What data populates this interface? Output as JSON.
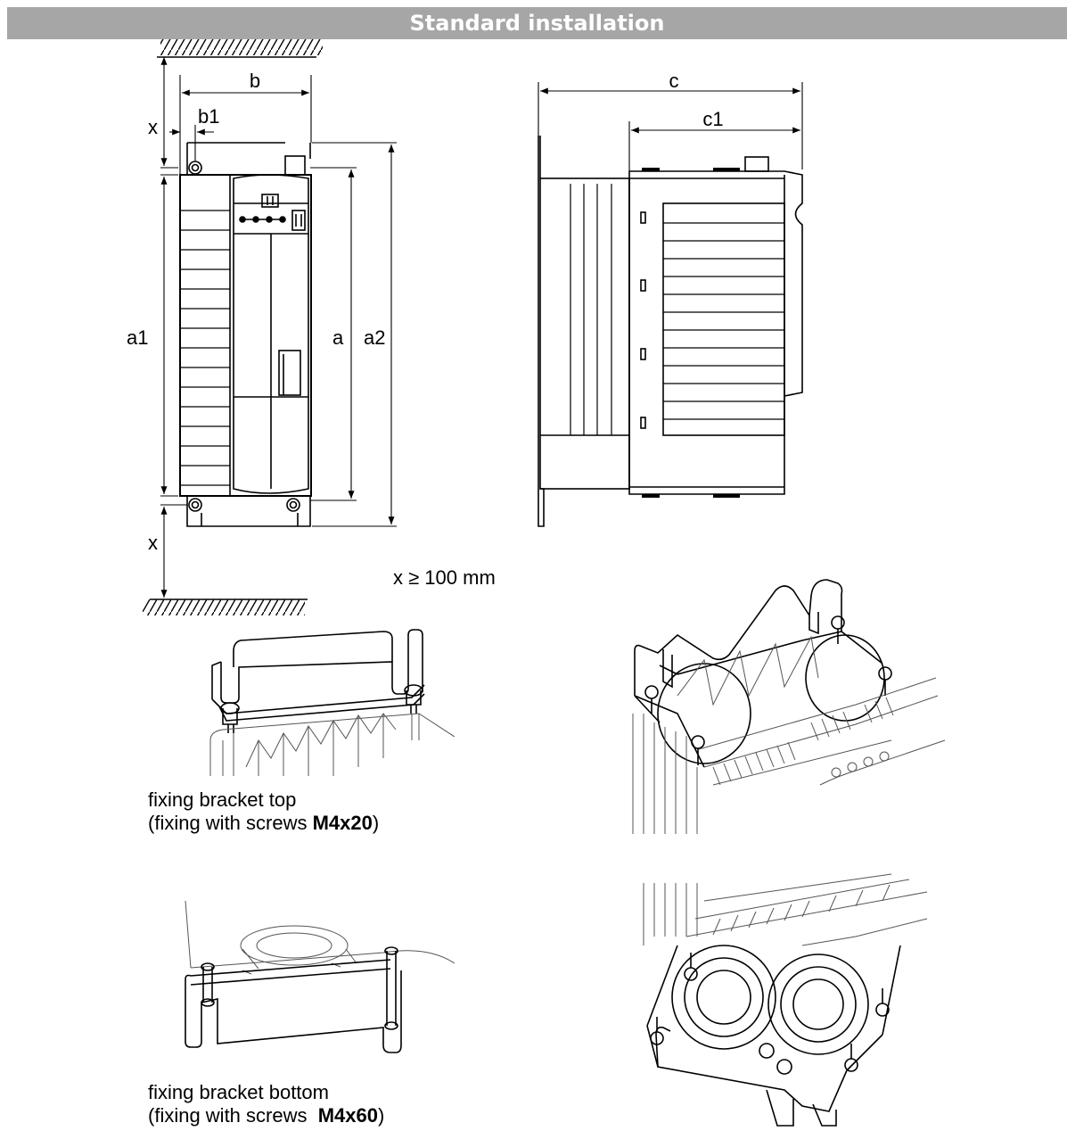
{
  "header": {
    "title": "Standard installation"
  },
  "dimensions": {
    "b": "b",
    "b1": "b1",
    "x_top": "x",
    "x_bottom": "x",
    "a1": "a1",
    "a": "a",
    "a2": "a2",
    "c": "c",
    "c1": "c1"
  },
  "clearance_note": "x ≥ 100 mm",
  "captions": {
    "top_line1": "fixing bracket top",
    "top_line2_prefix": "(fixing with screws ",
    "top_screw": "M4x20",
    "top_line2_suffix": ")",
    "bottom_line1": "fixing bracket bottom",
    "bottom_line2_prefix": "(fixing with screws  ",
    "bottom_screw": "M4x60",
    "bottom_line2_suffix": ")"
  },
  "colors": {
    "header_bg": "#a6a6a6",
    "header_text": "#ffffff",
    "line": "#000000"
  }
}
